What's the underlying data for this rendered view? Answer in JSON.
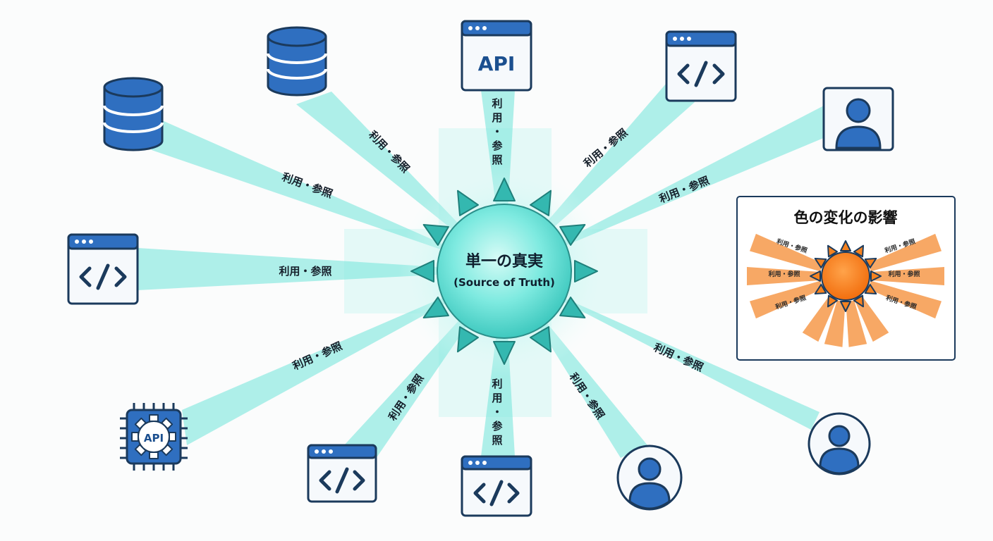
{
  "center": {
    "title": "単一の真実",
    "subtitle": "(Source of Truth)"
  },
  "beam_label": "利用・参照",
  "nodes": [
    {
      "id": "db-left",
      "icon": "database-icon"
    },
    {
      "id": "db-top",
      "icon": "database-icon"
    },
    {
      "id": "api-top",
      "icon": "api-window-icon",
      "label": "API"
    },
    {
      "id": "code-top-right",
      "icon": "code-window-icon"
    },
    {
      "id": "user-right-top",
      "icon": "user-icon"
    },
    {
      "id": "code-left",
      "icon": "code-window-icon"
    },
    {
      "id": "api-chip",
      "icon": "api-gear-chip-icon",
      "label": "API"
    },
    {
      "id": "code-bottom-left",
      "icon": "code-window-icon"
    },
    {
      "id": "code-bottom",
      "icon": "code-window-icon"
    },
    {
      "id": "user-bottom",
      "icon": "user-icon"
    },
    {
      "id": "user-right-bottom",
      "icon": "user-icon"
    }
  ],
  "inset": {
    "title": "色の変化の影響",
    "beam_label": "利用・参照"
  },
  "colors": {
    "navy": "#1b3a5c",
    "blue": "#2f6fc0",
    "cyan": "#5fe0d8",
    "teal_triangle": "#34b8b0",
    "orange": "#f5821f"
  }
}
